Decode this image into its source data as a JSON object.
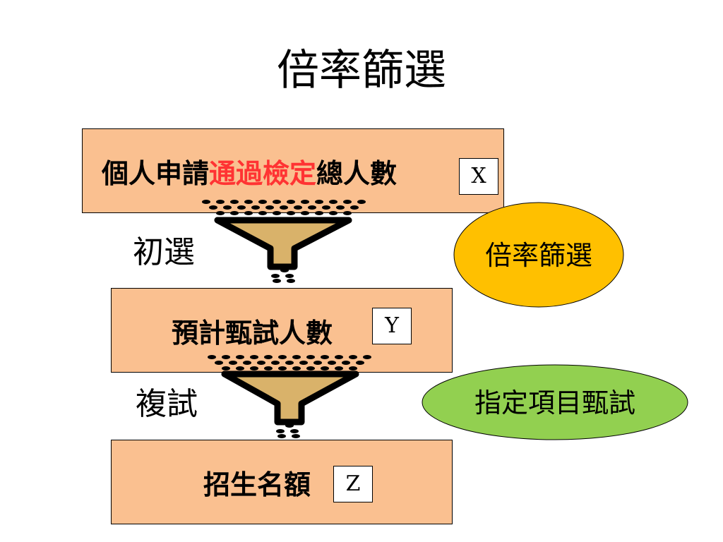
{
  "title": "倍率篩選",
  "box1": {
    "part_a": "個人申請",
    "part_b": "通過檢定",
    "part_c": "總人數",
    "var": "X"
  },
  "box2": {
    "text": "預計甄試人數",
    "var": "Y"
  },
  "box3": {
    "text": "招生名額",
    "var": "Z"
  },
  "step1": "初選",
  "step2": "複試",
  "ellipse1": {
    "text": "倍率篩選",
    "color": "#ffc000"
  },
  "ellipse2": {
    "text": "指定項目甄試",
    "color": "#92d050"
  },
  "colors": {
    "box_fill": "#fac090",
    "highlight": "#ff3333",
    "funnel": "#d9b26a"
  }
}
